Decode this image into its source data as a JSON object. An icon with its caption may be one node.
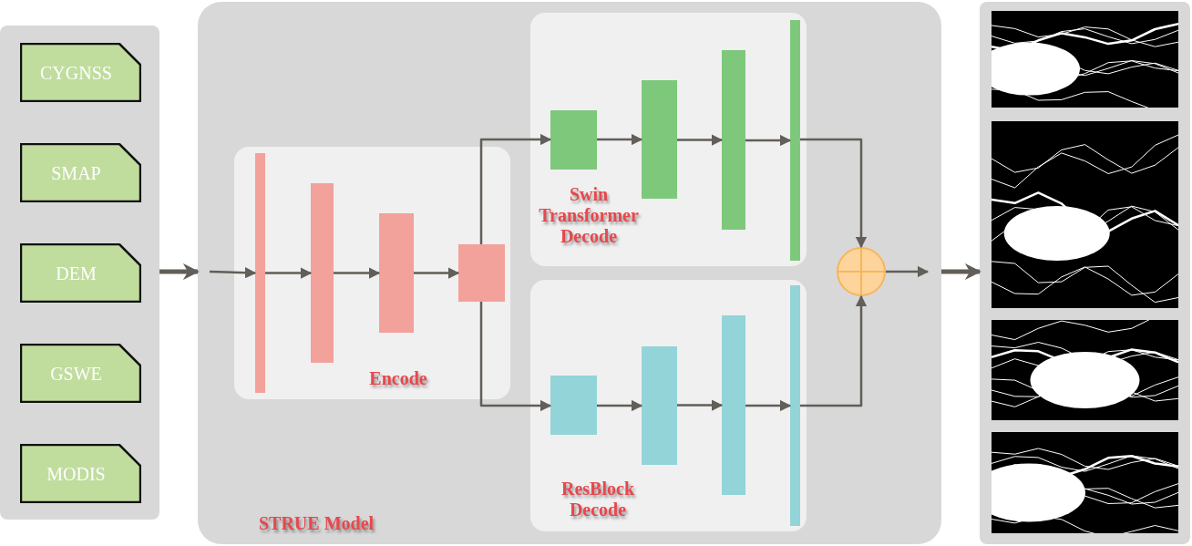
{
  "diagram": {
    "nodes": [
      {
        "text": [],
        "shape": "box"
      },
      {
        "text": [
          "CYGNSS"
        ],
        "in": 0
      },
      {
        "text": [
          "SMAP"
        ],
        "in": 0
      },
      {
        "text": [
          "DEM"
        ],
        "in": 0
      },
      {
        "text": [
          "GSWE"
        ],
        "in": 0
      },
      {
        "text": [
          "MODIS"
        ],
        "in": 0
      },
      {
        "text": [
          "STRUE Model"
        ]
      },
      {
        "text": [
          "Encode"
        ],
        "in": 6
      },
      {
        "text": [],
        "shape": "bar",
        "in": 7
      },
      {
        "text": [],
        "shape": "bar",
        "in": 7
      },
      {
        "text": [],
        "shape": "bar",
        "in": 7
      },
      {
        "text": [],
        "shape": "bar",
        "in": 7
      },
      {
        "text": [
          "Swin Transformer Decode"
        ],
        "in": 6
      },
      {
        "text": [],
        "shape": "bar",
        "in": 12
      },
      {
        "text": [],
        "shape": "bar",
        "in": 12
      },
      {
        "text": [],
        "shape": "bar",
        "in": 12
      },
      {
        "text": [],
        "shape": "bar",
        "in": 12
      },
      {
        "text": [
          "ResBlock Decode"
        ],
        "in": 6
      },
      {
        "text": [],
        "shape": "bar",
        "in": 17
      },
      {
        "text": [],
        "shape": "bar",
        "in": 17
      },
      {
        "text": [],
        "shape": "bar",
        "in": 17
      },
      {
        "text": [],
        "shape": "bar",
        "in": 17
      },
      {
        "text": [],
        "shape": "circle",
        "in": 6
      },
      {
        "text": [],
        "shape": "box"
      },
      {
        "text": [],
        "shape": "picture",
        "in": 23
      },
      {
        "text": [],
        "shape": "picture",
        "in": 23
      },
      {
        "text": [],
        "shape": "picture",
        "in": 23
      },
      {
        "text": [],
        "shape": "picture",
        "in": 23
      }
    ],
    "edges": [
      {
        "from": 0,
        "to": 6,
        "arrow": "to",
        "style": "thick"
      },
      {
        "from": null,
        "to": 8,
        "arrow": "to"
      },
      {
        "from": 8,
        "to": 9,
        "arrow": "to"
      },
      {
        "from": 9,
        "to": 10,
        "arrow": "to"
      },
      {
        "from": 10,
        "to": 11,
        "arrow": "to"
      },
      {
        "from": 11,
        "to": 13,
        "arrow": "to"
      },
      {
        "from": 11,
        "to": 18,
        "arrow": "to"
      },
      {
        "from": 13,
        "to": 14,
        "arrow": "to"
      },
      {
        "from": 14,
        "to": 15,
        "arrow": "to"
      },
      {
        "from": 15,
        "to": 16,
        "arrow": "to"
      },
      {
        "from": 18,
        "to": 19,
        "arrow": "to"
      },
      {
        "from": 19,
        "to": 20,
        "arrow": "to"
      },
      {
        "from": 20,
        "to": 21,
        "arrow": "to"
      },
      {
        "from": 16,
        "to": 22,
        "arrow": "to"
      },
      {
        "from": 21,
        "to": 22,
        "arrow": "to"
      },
      {
        "from": 22,
        "to": null,
        "arrow": "to"
      },
      {
        "from": 6,
        "to": 23,
        "arrow": "to",
        "style": "thick"
      }
    ]
  }
}
